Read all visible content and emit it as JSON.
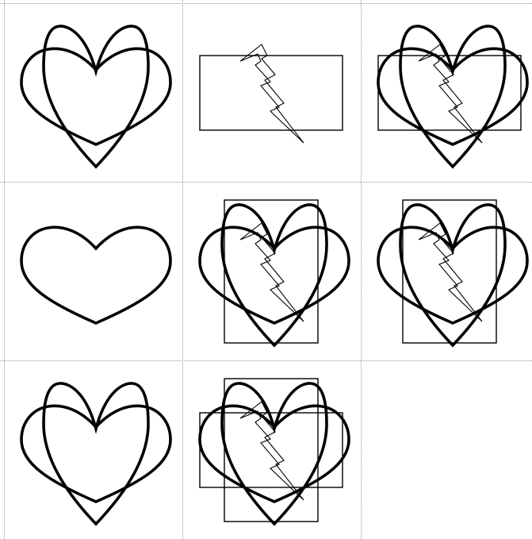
{
  "puzzle": {
    "rows": 3,
    "columns": 3,
    "missing_cell": "row-3-col-3",
    "stroke_color": "#000000",
    "background_color": "#ffffff",
    "grid_line_color": "#9a9a9a",
    "grid_line_style": "dotted",
    "cells": [
      {
        "name": "cell-1-1",
        "row": 1,
        "col": 1,
        "shapes": [
          "vertical-heart",
          "wide-heart"
        ]
      },
      {
        "name": "cell-1-2",
        "row": 1,
        "col": 2,
        "shapes": [
          "wide-rectangle",
          "lightning-bolt"
        ]
      },
      {
        "name": "cell-1-3",
        "row": 1,
        "col": 3,
        "shapes": [
          "vertical-heart",
          "wide-heart",
          "wide-rectangle",
          "lightning-bolt"
        ]
      },
      {
        "name": "cell-2-1",
        "row": 2,
        "col": 1,
        "shapes": [
          "wide-heart"
        ]
      },
      {
        "name": "cell-2-2",
        "row": 2,
        "col": 2,
        "shapes": [
          "vertical-heart",
          "wide-heart",
          "tall-rectangle",
          "lightning-bolt"
        ]
      },
      {
        "name": "cell-2-3",
        "row": 2,
        "col": 3,
        "shapes": [
          "vertical-heart",
          "wide-heart",
          "tall-rectangle",
          "lightning-bolt"
        ]
      },
      {
        "name": "cell-3-1",
        "row": 3,
        "col": 1,
        "shapes": [
          "vertical-heart",
          "wide-heart"
        ]
      },
      {
        "name": "cell-3-2",
        "row": 3,
        "col": 2,
        "shapes": [
          "vertical-heart",
          "wide-heart",
          "tall-rectangle",
          "wide-rectangle",
          "lightning-bolt"
        ]
      },
      {
        "name": "cell-3-3",
        "row": 3,
        "col": 3,
        "shapes": []
      }
    ]
  }
}
